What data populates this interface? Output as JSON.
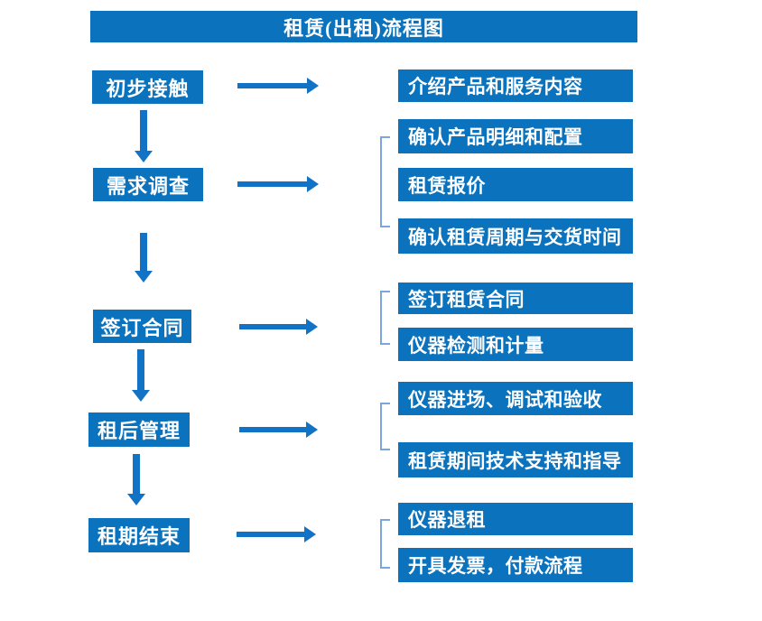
{
  "title": "租赁(出租)流程图",
  "colors": {
    "box_blue": "#0b72bd",
    "arrow_blue": "#1273c6",
    "bracket_blue": "#7ba6dd",
    "text_white": "#ffffff"
  },
  "steps": [
    {
      "label": "初步接触",
      "details": [
        "介绍产品和服务内容"
      ]
    },
    {
      "label": "需求调查",
      "details": [
        "确认产品明细和配置",
        "租赁报价",
        "确认租赁周期与交货时间"
      ]
    },
    {
      "label": "签订合同",
      "details": [
        "签订租赁合同",
        "仪器检测和计量"
      ]
    },
    {
      "label": "租后管理",
      "details": [
        "仪器进场、调试和验收",
        "租赁期间技术支持和指导"
      ]
    },
    {
      "label": "租期结束",
      "details": [
        "仪器退租",
        "开具发票，付款流程"
      ]
    }
  ]
}
